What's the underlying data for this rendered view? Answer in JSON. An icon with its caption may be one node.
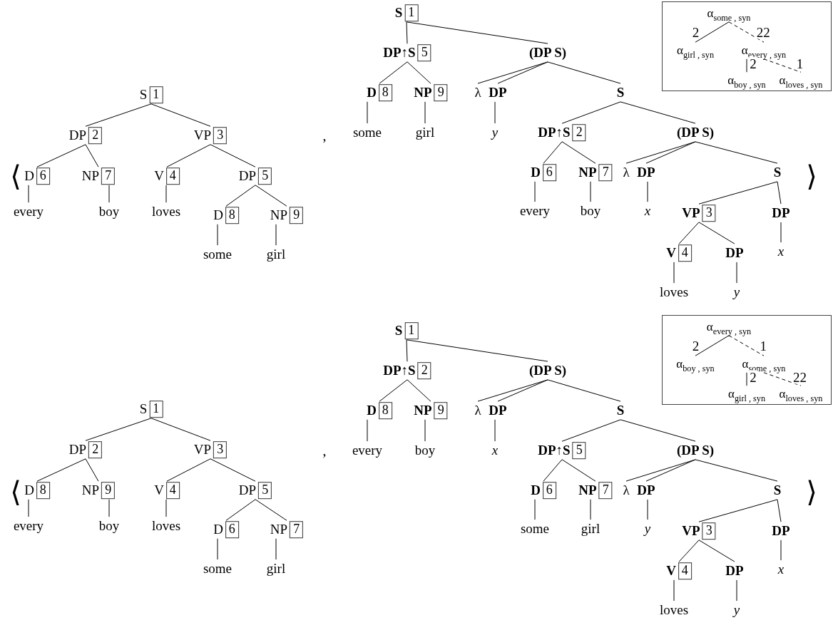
{
  "diagram": {
    "nodes": [
      {
        "text": [
          "S",
          "1"
        ]
      },
      {
        "text": [
          "DP",
          "2"
        ]
      },
      {
        "text": [
          "VP",
          "3"
        ]
      },
      {
        "text": [
          "D",
          "6"
        ]
      },
      {
        "text": [
          "NP",
          "7"
        ]
      },
      {
        "text": [
          "V",
          "4"
        ]
      },
      {
        "text": [
          "DP",
          "5"
        ]
      },
      {
        "text": [
          "every"
        ]
      },
      {
        "text": [
          "boy"
        ]
      },
      {
        "text": [
          "loves"
        ]
      },
      {
        "text": [
          "D",
          "8"
        ]
      },
      {
        "text": [
          "NP",
          "9"
        ]
      },
      {
        "text": [
          "some"
        ]
      },
      {
        "text": [
          "girl"
        ]
      },
      {
        "text": [
          "S",
          "1"
        ]
      },
      {
        "text": [
          "DP↑S",
          "5"
        ]
      },
      {
        "text": [
          "(DP S)"
        ]
      },
      {
        "text": [
          "D",
          "8"
        ]
      },
      {
        "text": [
          "NP",
          "9"
        ]
      },
      {
        "text": [
          "λ"
        ]
      },
      {
        "text": [
          "DP"
        ]
      },
      {
        "text": [
          "S"
        ]
      },
      {
        "text": [
          "some"
        ]
      },
      {
        "text": [
          "girl"
        ]
      },
      {
        "text": [
          "y"
        ]
      },
      {
        "text": [
          "DP↑S",
          "2"
        ]
      },
      {
        "text": [
          "(DP S)"
        ]
      },
      {
        "text": [
          "D",
          "6"
        ]
      },
      {
        "text": [
          "NP",
          "7"
        ]
      },
      {
        "text": [
          "λ"
        ]
      },
      {
        "text": [
          "DP"
        ]
      },
      {
        "text": [
          "S"
        ]
      },
      {
        "text": [
          "every"
        ]
      },
      {
        "text": [
          "boy"
        ]
      },
      {
        "text": [
          "x"
        ]
      },
      {
        "text": [
          "VP",
          "3"
        ]
      },
      {
        "text": [
          "DP"
        ]
      },
      {
        "text": [
          "V",
          "4"
        ]
      },
      {
        "text": [
          "DP"
        ]
      },
      {
        "text": [
          "x"
        ]
      },
      {
        "text": [
          "loves"
        ]
      },
      {
        "text": [
          "y"
        ]
      },
      {
        "text": [],
        "shape": "box"
      },
      {
        "text": [
          "α$_{some , syn}$"
        ],
        "in": 42
      },
      {
        "text": [
          "α$_{girl , syn}$"
        ],
        "in": 42
      },
      {
        "text": [
          "α$_{every , syn}$"
        ],
        "in": 42
      },
      {
        "text": [
          "α$_{boy , syn}$"
        ],
        "in": 42
      },
      {
        "text": [
          "α$_{loves , syn}$"
        ],
        "in": 42
      },
      {
        "text": [
          "S",
          "1"
        ]
      },
      {
        "text": [
          "DP",
          "2"
        ]
      },
      {
        "text": [
          "VP",
          "3"
        ]
      },
      {
        "text": [
          "D",
          "8"
        ]
      },
      {
        "text": [
          "NP",
          "9"
        ]
      },
      {
        "text": [
          "V",
          "4"
        ]
      },
      {
        "text": [
          "DP",
          "5"
        ]
      },
      {
        "text": [
          "every"
        ]
      },
      {
        "text": [
          "boy"
        ]
      },
      {
        "text": [
          "loves"
        ]
      },
      {
        "text": [
          "D",
          "6"
        ]
      },
      {
        "text": [
          "NP",
          "7"
        ]
      },
      {
        "text": [
          "some"
        ]
      },
      {
        "text": [
          "girl"
        ]
      },
      {
        "text": [
          "S",
          "1"
        ]
      },
      {
        "text": [
          "DP↑S",
          "2"
        ]
      },
      {
        "text": [
          "(DP S)"
        ]
      },
      {
        "text": [
          "D",
          "8"
        ]
      },
      {
        "text": [
          "NP",
          "9"
        ]
      },
      {
        "text": [
          "λ"
        ]
      },
      {
        "text": [
          "DP"
        ]
      },
      {
        "text": [
          "S"
        ]
      },
      {
        "text": [
          "every"
        ]
      },
      {
        "text": [
          "boy"
        ]
      },
      {
        "text": [
          "x"
        ]
      },
      {
        "text": [
          "DP↑S",
          "5"
        ]
      },
      {
        "text": [
          "(DP S)"
        ]
      },
      {
        "text": [
          "D",
          "6"
        ]
      },
      {
        "text": [
          "NP",
          "7"
        ]
      },
      {
        "text": [
          "λ"
        ]
      },
      {
        "text": [
          "DP"
        ]
      },
      {
        "text": [
          "S"
        ]
      },
      {
        "text": [
          "some"
        ]
      },
      {
        "text": [
          "girl"
        ]
      },
      {
        "text": [
          "y"
        ]
      },
      {
        "text": [
          "VP",
          "3"
        ]
      },
      {
        "text": [
          "DP"
        ]
      },
      {
        "text": [
          "V",
          "4"
        ]
      },
      {
        "text": [
          "DP"
        ]
      },
      {
        "text": [
          "x"
        ]
      },
      {
        "text": [
          "loves"
        ]
      },
      {
        "text": [
          "y"
        ]
      },
      {
        "text": [],
        "shape": "box"
      },
      {
        "text": [
          "α$_{every , syn}$"
        ],
        "in": 90
      },
      {
        "text": [
          "α$_{boy , syn}$"
        ],
        "in": 90
      },
      {
        "text": [
          "α$_{some , syn}$"
        ],
        "in": 90
      },
      {
        "text": [
          "α$_{girl , syn}$"
        ],
        "in": 90
      },
      {
        "text": [
          "α$_{loves , syn}$"
        ],
        "in": 90
      }
    ],
    "edges": [
      {
        "from": 0,
        "to": 1,
        "arrow": "none"
      },
      {
        "from": 0,
        "to": 2,
        "arrow": "none"
      },
      {
        "from": 1,
        "to": 3,
        "arrow": "none"
      },
      {
        "from": 1,
        "to": 4,
        "arrow": "none"
      },
      {
        "from": 2,
        "to": 5,
        "arrow": "none"
      },
      {
        "from": 2,
        "to": 6,
        "arrow": "none"
      },
      {
        "from": 3,
        "to": 7,
        "arrow": "none"
      },
      {
        "from": 4,
        "to": 8,
        "arrow": "none"
      },
      {
        "from": 5,
        "to": 9,
        "arrow": "none"
      },
      {
        "from": 6,
        "to": 10,
        "arrow": "none"
      },
      {
        "from": 6,
        "to": 11,
        "arrow": "none"
      },
      {
        "from": 10,
        "to": 12,
        "arrow": "none"
      },
      {
        "from": 11,
        "to": 13,
        "arrow": "none"
      },
      {
        "from": 14,
        "to": 15,
        "arrow": "none"
      },
      {
        "from": 14,
        "to": 16,
        "arrow": "none"
      },
      {
        "from": 15,
        "to": 17,
        "arrow": "none"
      },
      {
        "from": 15,
        "to": 18,
        "arrow": "none"
      },
      {
        "from": 16,
        "to": 19,
        "arrow": "none"
      },
      {
        "from": 16,
        "to": 20,
        "arrow": "none"
      },
      {
        "from": 16,
        "to": 21,
        "arrow": "none"
      },
      {
        "from": 17,
        "to": 22,
        "arrow": "none"
      },
      {
        "from": 18,
        "to": 23,
        "arrow": "none"
      },
      {
        "from": 20,
        "to": 24,
        "arrow": "none"
      },
      {
        "from": 21,
        "to": 25,
        "arrow": "none"
      },
      {
        "from": 21,
        "to": 26,
        "arrow": "none"
      },
      {
        "from": 25,
        "to": 27,
        "arrow": "none"
      },
      {
        "from": 25,
        "to": 28,
        "arrow": "none"
      },
      {
        "from": 26,
        "to": 29,
        "arrow": "none"
      },
      {
        "from": 26,
        "to": 30,
        "arrow": "none"
      },
      {
        "from": 26,
        "to": 31,
        "arrow": "none"
      },
      {
        "from": 27,
        "to": 32,
        "arrow": "none"
      },
      {
        "from": 28,
        "to": 33,
        "arrow": "none"
      },
      {
        "from": 30,
        "to": 34,
        "arrow": "none"
      },
      {
        "from": 31,
        "to": 35,
        "arrow": "none"
      },
      {
        "from": 31,
        "to": 36,
        "arrow": "none"
      },
      {
        "from": 35,
        "to": 37,
        "arrow": "none"
      },
      {
        "from": 35,
        "to": 38,
        "arrow": "none"
      },
      {
        "from": 36,
        "to": 39,
        "arrow": "none"
      },
      {
        "from": 37,
        "to": 40,
        "arrow": "none"
      },
      {
        "from": 38,
        "to": 41,
        "arrow": "none"
      },
      {
        "from": 43,
        "to": 44,
        "arrow": "none",
        "label": "2"
      },
      {
        "from": 43,
        "to": 45,
        "arrow": "none",
        "label": "22",
        "style": "dashed"
      },
      {
        "from": 45,
        "to": 46,
        "arrow": "none",
        "label": "2"
      },
      {
        "from": 45,
        "to": 47,
        "arrow": "none",
        "label": "1",
        "style": "dashed"
      },
      {
        "from": 48,
        "to": 49,
        "arrow": "none"
      },
      {
        "from": 48,
        "to": 50,
        "arrow": "none"
      },
      {
        "from": 49,
        "to": 51,
        "arrow": "none"
      },
      {
        "from": 49,
        "to": 52,
        "arrow": "none"
      },
      {
        "from": 50,
        "to": 53,
        "arrow": "none"
      },
      {
        "from": 50,
        "to": 54,
        "arrow": "none"
      },
      {
        "from": 51,
        "to": 55,
        "arrow": "none"
      },
      {
        "from": 52,
        "to": 56,
        "arrow": "none"
      },
      {
        "from": 53,
        "to": 57,
        "arrow": "none"
      },
      {
        "from": 54,
        "to": 58,
        "arrow": "none"
      },
      {
        "from": 54,
        "to": 59,
        "arrow": "none"
      },
      {
        "from": 58,
        "to": 60,
        "arrow": "none"
      },
      {
        "from": 59,
        "to": 61,
        "arrow": "none"
      },
      {
        "from": 62,
        "to": 63,
        "arrow": "none"
      },
      {
        "from": 62,
        "to": 64,
        "arrow": "none"
      },
      {
        "from": 63,
        "to": 65,
        "arrow": "none"
      },
      {
        "from": 63,
        "to": 66,
        "arrow": "none"
      },
      {
        "from": 64,
        "to": 67,
        "arrow": "none"
      },
      {
        "from": 64,
        "to": 68,
        "arrow": "none"
      },
      {
        "from": 64,
        "to": 69,
        "arrow": "none"
      },
      {
        "from": 65,
        "to": 70,
        "arrow": "none"
      },
      {
        "from": 66,
        "to": 71,
        "arrow": "none"
      },
      {
        "from": 68,
        "to": 72,
        "arrow": "none"
      },
      {
        "from": 69,
        "to": 73,
        "arrow": "none"
      },
      {
        "from": 69,
        "to": 74,
        "arrow": "none"
      },
      {
        "from": 73,
        "to": 75,
        "arrow": "none"
      },
      {
        "from": 73,
        "to": 76,
        "arrow": "none"
      },
      {
        "from": 74,
        "to": 77,
        "arrow": "none"
      },
      {
        "from": 74,
        "to": 78,
        "arrow": "none"
      },
      {
        "from": 74,
        "to": 79,
        "arrow": "none"
      },
      {
        "from": 75,
        "to": 80,
        "arrow": "none"
      },
      {
        "from": 76,
        "to": 81,
        "arrow": "none"
      },
      {
        "from": 78,
        "to": 82,
        "arrow": "none"
      },
      {
        "from": 79,
        "to": 83,
        "arrow": "none"
      },
      {
        "from": 79,
        "to": 84,
        "arrow": "none"
      },
      {
        "from": 83,
        "to": 85,
        "arrow": "none"
      },
      {
        "from": 83,
        "to": 86,
        "arrow": "none"
      },
      {
        "from": 84,
        "to": 87,
        "arrow": "none"
      },
      {
        "from": 85,
        "to": 88,
        "arrow": "none"
      },
      {
        "from": 86,
        "to": 89,
        "arrow": "none"
      },
      {
        "from": 91,
        "to": 92,
        "arrow": "none",
        "label": "2"
      },
      {
        "from": 91,
        "to": 93,
        "arrow": "none",
        "label": "1",
        "style": "dashed"
      },
      {
        "from": 93,
        "to": 94,
        "arrow": "none",
        "label": "2"
      },
      {
        "from": 93,
        "to": 95,
        "arrow": "none",
        "label": "22",
        "style": "dashed"
      }
    ],
    "labels": [
      "⟨",
      ",",
      "⟩",
      "⟨",
      ",",
      "⟩"
    ]
  }
}
